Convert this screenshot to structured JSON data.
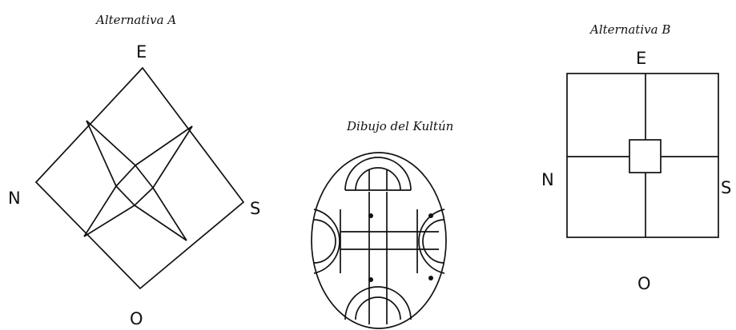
{
  "diagrams": {
    "alt_a": {
      "title": "Alternativa A",
      "north": "N",
      "south": "S",
      "east": "E",
      "west": "O"
    },
    "kultun": {
      "title": "Dibujo del Kultún"
    },
    "alt_b": {
      "title": "Alternativa B",
      "north": "N",
      "south": "S",
      "east": "E",
      "west": "O"
    }
  }
}
